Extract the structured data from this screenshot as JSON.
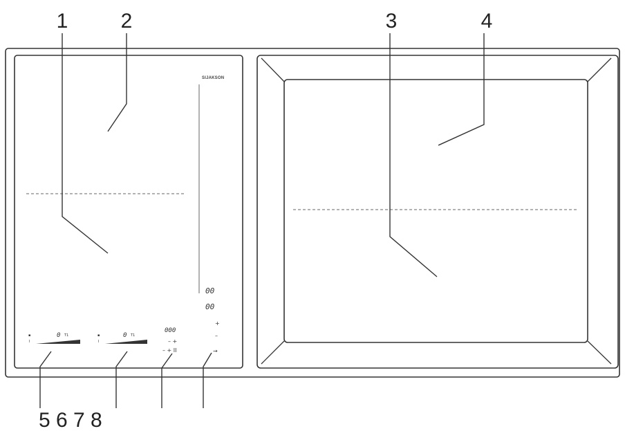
{
  "callouts": [
    "1",
    "2",
    "3",
    "4",
    "5",
    "6",
    "7",
    "8"
  ],
  "bottom_label": "5 6 7 8",
  "brand": "SIJAKSON",
  "timer_display_top": "00",
  "timer_display_bottom": "00",
  "zone_display_left": "0",
  "zone_display_left_unit": "T1",
  "zone_display_right": "0",
  "zone_display_right_unit": "T1",
  "program_display": "000",
  "program_row_1": "– +",
  "program_row_2": "– + II",
  "timer_plus": "+",
  "timer_minus": "–",
  "timer_arrow": "→",
  "zone_icon": "▪",
  "zone_icon_small": "I"
}
